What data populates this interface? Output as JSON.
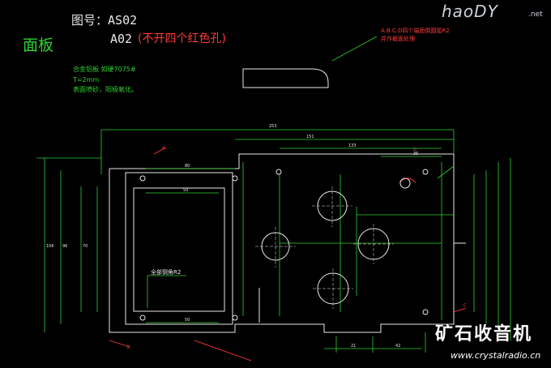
{
  "title": {
    "drawing_no_label": "图号：",
    "drawing_no": "AS02",
    "panel_label": "面板",
    "variant_code": "A02",
    "variant_note": "(不开四个红色孔)"
  },
  "material_notes": [
    "合金铝板 如硬7075#",
    "T=2mm",
    "表面喷砂，阳极氧化。"
  ],
  "corner_note": [
    "A.B.C.D四个端面倒圆弧R2",
    "并作截面处理"
  ],
  "inner_note": "全部倒角R2",
  "dimensions": {
    "overall_width": "253",
    "width_2": "151",
    "width_3": "133",
    "width_4": "80",
    "width_5": "50",
    "width_6": "35",
    "height_1": "106",
    "height_2": "96",
    "height_3": "70",
    "bottom_1": "21",
    "bottom_2": "42",
    "bottom_3": "50"
  },
  "markers": [
    "A",
    "B",
    "C",
    "D"
  ],
  "watermark": {
    "site": "haoDY",
    "site_suffix": ".net",
    "cn": "矿石收音机",
    "url": "www.crystalradio.cn"
  },
  "colors": {
    "background": "#000000",
    "outline": "#e8e8e8",
    "dimension": "#2fd12f",
    "leader": "#ff3a3a"
  }
}
